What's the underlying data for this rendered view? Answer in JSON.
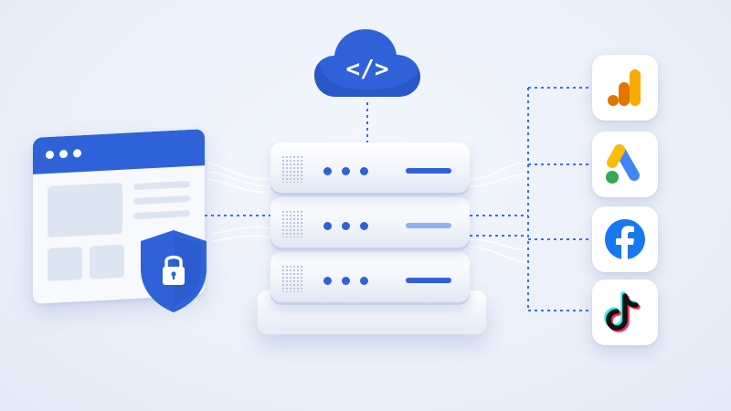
{
  "scene": {
    "browser_window": {
      "icon": "browser-window-icon"
    },
    "security": {
      "icon": "padlock-shield-icon"
    },
    "server": {
      "units": 3,
      "icon": "server-rack-icon"
    },
    "cloud": {
      "icon": "code-cloud-icon",
      "glyph": "</>"
    },
    "integrations": [
      {
        "name": "analytics",
        "icon": "analytics-bars-icon"
      },
      {
        "name": "ads",
        "icon": "ads-logo-icon"
      },
      {
        "name": "facebook",
        "icon": "facebook-logo-icon"
      },
      {
        "name": "tiktok",
        "icon": "tiktok-logo-icon"
      }
    ]
  },
  "colors": {
    "primary_blue": "#2f62d9",
    "background": "#eaeff8",
    "analytics_orange": "#f9ab00",
    "analytics_orange_dark": "#e37400",
    "ads_blue": "#4285f4",
    "ads_yellow": "#fbbc04",
    "ads_green": "#34a853",
    "facebook_blue": "#1877f2",
    "tiktok_cyan": "#25f4ee",
    "tiktok_pink": "#fe2c55"
  }
}
